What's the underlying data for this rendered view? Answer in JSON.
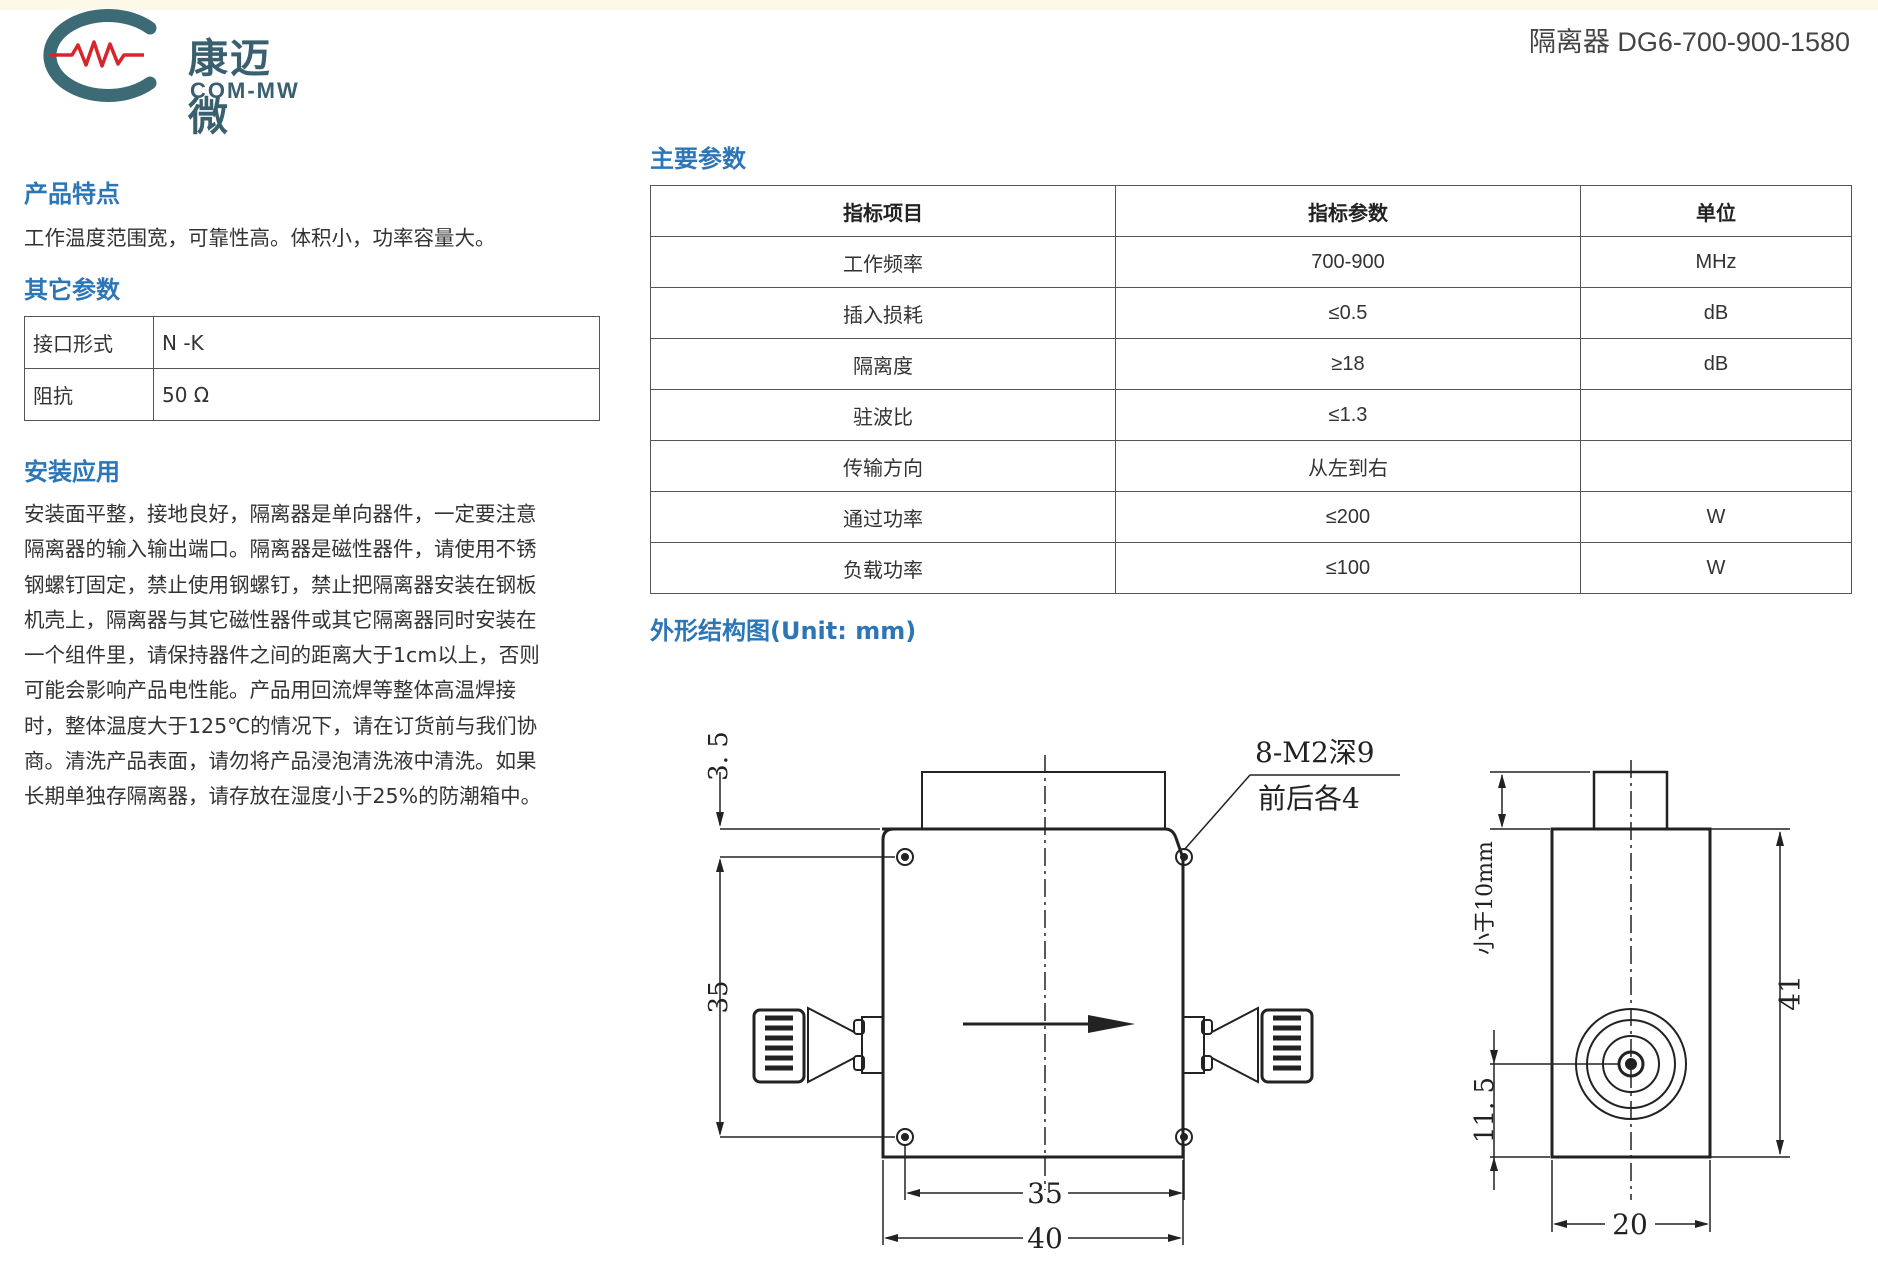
{
  "header": {
    "logo_cn": "康迈微",
    "logo_en": "COM-MW",
    "doc_title": "隔离器 DG6-700-900-1580"
  },
  "features": {
    "title": "产品特点",
    "text": "工作温度范围宽，可靠性高。体积小，功率容量大。"
  },
  "other_params": {
    "title": "其它参数",
    "rows": [
      {
        "key": "接口形式",
        "value": "N -K"
      },
      {
        "key": "阻抗",
        "value": "50 Ω"
      }
    ]
  },
  "install": {
    "title": "安装应用",
    "lines": [
      "安装面平整，接地良好，隔离器是单向器件，一定要注意",
      "隔离器的输入输出端口。隔离器是磁性器件，请使用不锈",
      "钢螺钉固定，禁止使用钢螺钉，禁止把隔离器安装在钢板",
      "机壳上，隔离器与其它磁性器件或其它隔离器同时安装在",
      "一个组件里，请保持器件之间的距离大于1cm以上，否则",
      "可能会影响产品电性能。产品用回流焊等整体高温焊接",
      "时，整体温度大于125℃的情况下，请在订货前与我们协",
      "商。清洗产品表面，请勿将产品浸泡清洗液中清洗。如果",
      "长期单独存隔离器，请存放在湿度小于25%的防潮箱中。"
    ]
  },
  "main_params": {
    "title": "主要参数",
    "headers": [
      "指标项目",
      "指标参数",
      "单位"
    ],
    "rows": [
      [
        "工作频率",
        "700-900",
        "MHz"
      ],
      [
        "插入损耗",
        "≤0.5",
        "dB"
      ],
      [
        "隔离度",
        "≥18",
        "dB"
      ],
      [
        "驻波比",
        "≤1.3",
        ""
      ],
      [
        "传输方向",
        "从左到右",
        ""
      ],
      [
        "通过功率",
        "≤200",
        "W"
      ],
      [
        "负载功率",
        "≤100",
        "W"
      ]
    ]
  },
  "drawing": {
    "title": "外形结构图(Unit: mm)",
    "labels": {
      "d_3_5": "3. 5",
      "d_35_v": "35",
      "hole_note_1": "8-M2深9",
      "hole_note_2": "前后各4",
      "d_35_h": "35",
      "d_40": "40",
      "note_10mm": "小于10mm",
      "d_11_5": "11. 5",
      "d_41": "41",
      "d_20": "20"
    }
  }
}
